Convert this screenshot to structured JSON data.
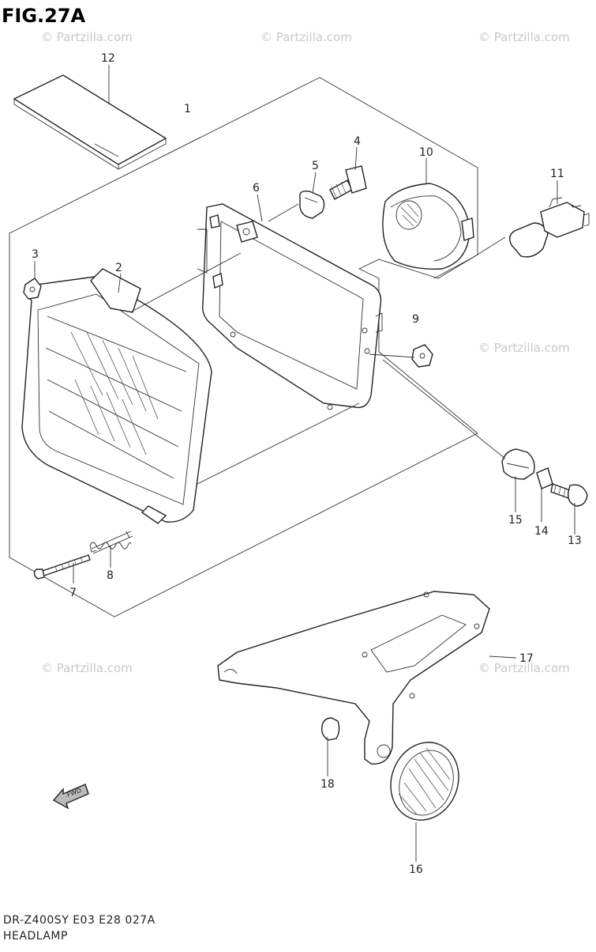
{
  "figure": {
    "title": "FIG.27A",
    "code": "DR-Z400SY  E03  E28   027A",
    "name": "HEADLAMP"
  },
  "watermark": "© Partzilla.com",
  "callouts": [
    "1",
    "2",
    "3",
    "4",
    "5",
    "6",
    "7",
    "8",
    "9",
    "10",
    "11",
    "12",
    "13",
    "14",
    "15",
    "16",
    "17",
    "18"
  ],
  "direction_marker": {
    "label": "FWD",
    "icon": "forward-arrow-icon"
  }
}
